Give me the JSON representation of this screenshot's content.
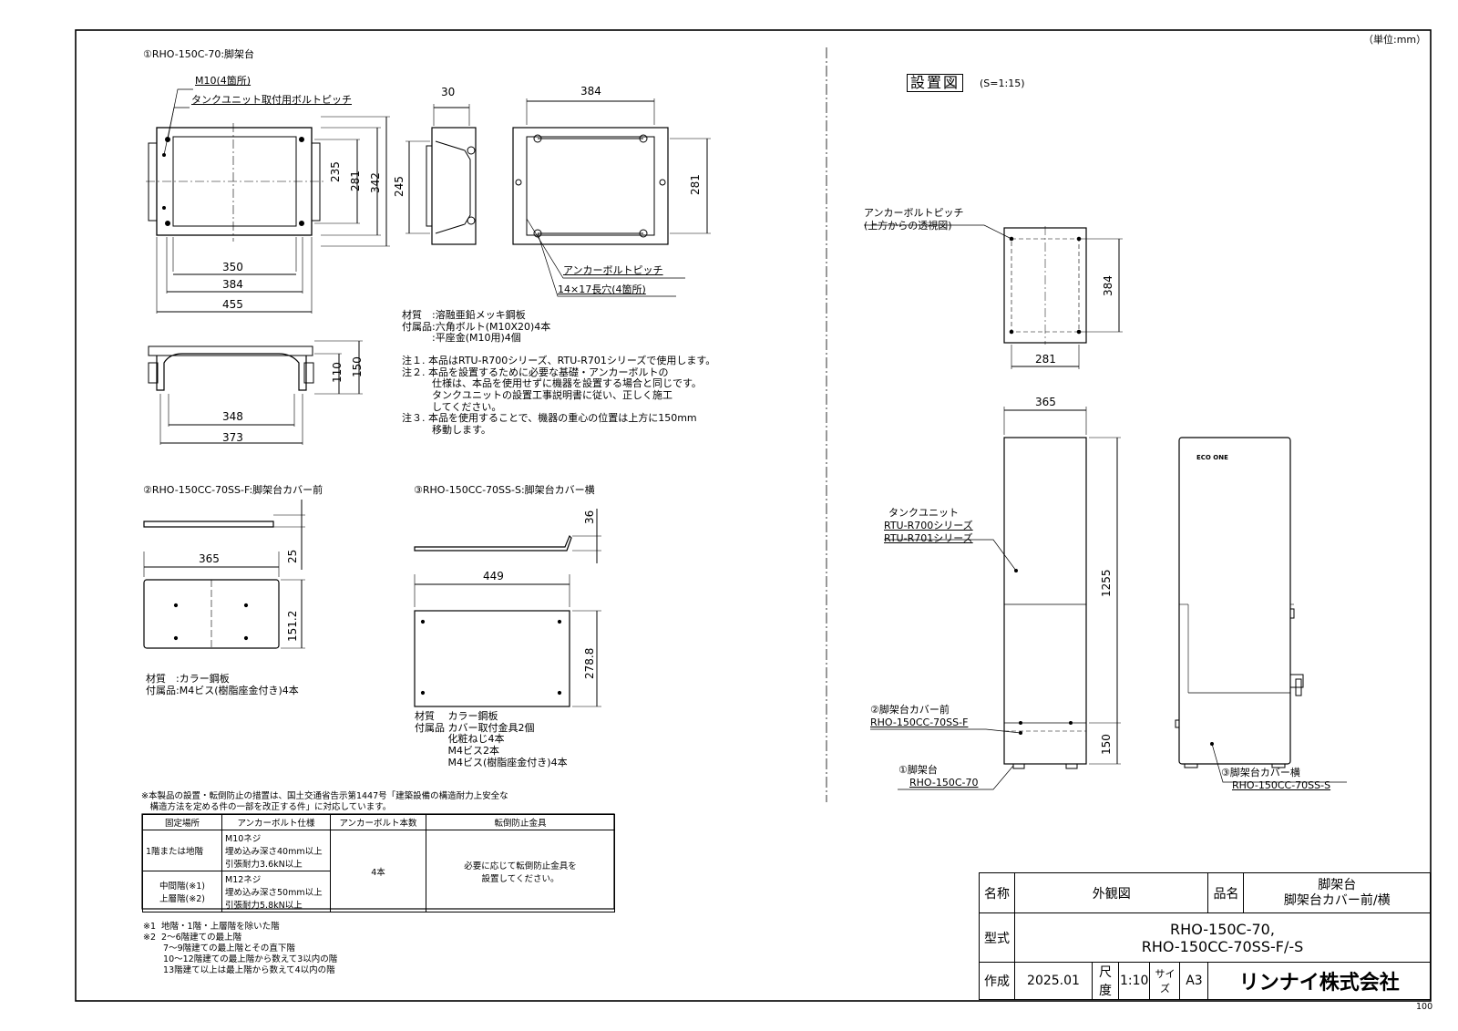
{
  "unit": "（単位:mm）",
  "sheet_no": "100",
  "parts": {
    "p1": {
      "title": "①RHO-150C-70:脚架台",
      "bolt_label": "M10(4箇所)",
      "pitch_label": "タンクユニット取付用ボルトピッチ",
      "dims_top": {
        "d350": "350",
        "d384": "384",
        "d455": "455",
        "d235": "235",
        "d281": "281",
        "d342": "342"
      },
      "dims_side": {
        "d30": "30",
        "d245": "245"
      },
      "dims_bottom": {
        "d384": "384",
        "d281": "281"
      },
      "anchor_pitch": "アンカーボルトピッチ",
      "slot": "14×17長穴(4箇所)",
      "dims_front": {
        "d348": "348",
        "d373": "373",
        "d110": "110",
        "d150": "150"
      },
      "spec": [
        "材質　:溶融亜鉛メッキ鋼板",
        "付属品:六角ボルト(M10X20)4本",
        "　　　:平座金(M10用)4個"
      ],
      "notes": [
        "注１. 本品はRTU-R700シリーズ、RTU-R701シリーズで使用します。",
        "注２. 本品を設置するために必要な基礎・アンカーボルトの",
        "　　　仕様は、本品を使用せずに機器を設置する場合と同じです。",
        "　　　タンクユニットの設置工事説明書に従い、正しく施工",
        "　　　してください。",
        "注３. 本品を使用することで、機器の重心の位置は上方に150mm",
        "　　　移動します。"
      ]
    },
    "p2": {
      "title": "②RHO-150CC-70SS-F:脚架台カバー前",
      "dims": {
        "d365": "365",
        "d25": "25",
        "d151": "151.2"
      },
      "spec": [
        "材質　:カラー鋼板",
        "付属品:M4ビス(樹脂座金付き)4本"
      ]
    },
    "p3": {
      "title": "③RHO-150CC-70SS-S:脚架台カバー横",
      "dims": {
        "d36": "36",
        "d449": "449",
        "d278": "278.8"
      },
      "spec": [
        "材質　 カラー鋼板",
        "付属品 カバー取付金具2個",
        "　　　 化粧ねじ4本",
        "　　　 M4ビス2本",
        "　　　 M4ビス(樹脂座金付き)4本"
      ]
    }
  },
  "install": {
    "title": "設置図",
    "scale": "(S=1:15)",
    "anchor_label_1": "アンカーボルトピッチ",
    "anchor_label_2": "(上方からの透視図)",
    "d384": "384",
    "d281": "281",
    "d365": "365",
    "d1255": "1255",
    "d150": "150",
    "tank_1": "タンクユニット",
    "tank_2": "RTU-R700シリーズ",
    "tank_3": "RTU-R701シリーズ",
    "cover_front_1": "②脚架台カバー前",
    "cover_front_2": "RHO-150CC-70SS-F",
    "stand_1": "①脚架台",
    "stand_2": "RHO-150C-70",
    "cover_side_1": "③脚架台カバー横",
    "cover_side_2": "RHO-150CC-70SS-S",
    "brand": "ECO ONE"
  },
  "standard": {
    "note_1": "※本製品の設置・転倒防止の措置は、国土交通省告示第1447号「建築設備の構造耐力上安全な",
    "note_2": "　構造方法を定める件の一部を改正する件」に対応しています。",
    "headers": [
      "固定場所",
      "アンカーボルト仕様",
      "アンカーボルト本数",
      "転倒防止金具"
    ],
    "row1_place": "1階または地階",
    "row1_spec": [
      "M10ネジ",
      "埋め込み深さ40mm以上",
      "引張耐力3.6kN以上"
    ],
    "row2_place": [
      "中間階(※1)",
      "上層階(※2)"
    ],
    "row2_spec": [
      "M12ネジ",
      "埋め込み深さ50mm以上",
      "引張耐力5.8kN以上"
    ],
    "count": "4本",
    "device": [
      "必要に応じて転倒防止金具を",
      "設置してください。"
    ],
    "footnotes": [
      "※1  地階・1階・上層階を除いた階",
      "※2  2～6階建ての最上階",
      "　　 7～9階建ての最上階とその直下階",
      "　　 10～12階建ての最上階から数えて3以内の階",
      "　　 13階建て以上は最上階から数えて4以内の階"
    ]
  },
  "titleblock": {
    "name_label": "名称",
    "name_value": "外観図",
    "product_label": "品名",
    "product_1": "脚架台",
    "product_2": "脚架台カバー前/横",
    "model_label": "型式",
    "model_1": "RHO-150C-70,",
    "model_2": "RHO-150CC-70SS-F/-S",
    "made_label": "作成",
    "date": "2025.01",
    "scale_label": "尺度",
    "scale": "1:10",
    "size_label": "サイズ",
    "size": "A3",
    "company": "リンナイ株式会社"
  }
}
